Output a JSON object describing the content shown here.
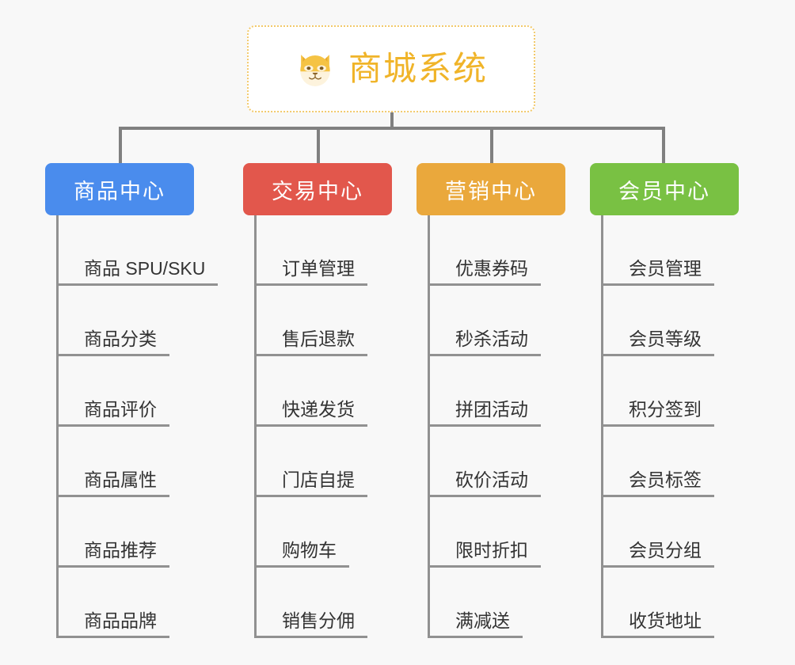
{
  "page": {
    "background_color": "#f8f8f8",
    "diagram_type": "mindmap-tree",
    "line_color": "#919191"
  },
  "root": {
    "title": "商城系统",
    "emoji_name": "shiba-dog-face-emoji",
    "accent_color": "#f0b429",
    "border_color": "#f2c96a",
    "background_color": "#ffffff"
  },
  "columns": [
    {
      "id": "product-center",
      "label": "商品中心",
      "color": "#4a8ced",
      "items": [
        {
          "label": "商品 SPU/SKU"
        },
        {
          "label": "商品分类"
        },
        {
          "label": "商品评价"
        },
        {
          "label": "商品属性"
        },
        {
          "label": "商品推荐"
        },
        {
          "label": "商品品牌"
        }
      ]
    },
    {
      "id": "trade-center",
      "label": "交易中心",
      "color": "#e2574c",
      "items": [
        {
          "label": "订单管理"
        },
        {
          "label": "售后退款"
        },
        {
          "label": "快递发货"
        },
        {
          "label": "门店自提"
        },
        {
          "label": "购物车"
        },
        {
          "label": "销售分佣"
        }
      ]
    },
    {
      "id": "marketing-center",
      "label": "营销中心",
      "color": "#eaa83c",
      "items": [
        {
          "label": "优惠券码"
        },
        {
          "label": "秒杀活动"
        },
        {
          "label": "拼团活动"
        },
        {
          "label": "砍价活动"
        },
        {
          "label": "限时折扣"
        },
        {
          "label": "满减送"
        }
      ]
    },
    {
      "id": "member-center",
      "label": "会员中心",
      "color": "#79c143",
      "items": [
        {
          "label": "会员管理"
        },
        {
          "label": "会员等级"
        },
        {
          "label": "积分签到"
        },
        {
          "label": "会员标签"
        },
        {
          "label": "会员分组"
        },
        {
          "label": "收货地址"
        }
      ]
    }
  ]
}
